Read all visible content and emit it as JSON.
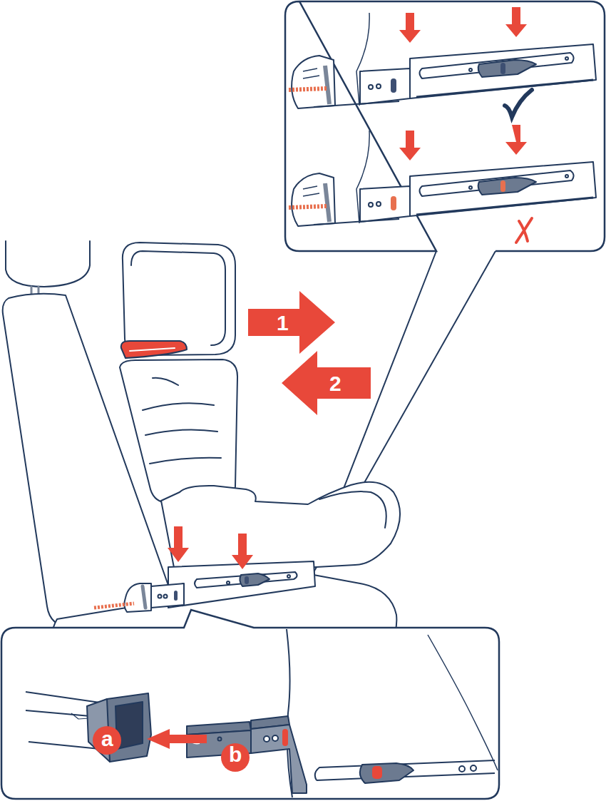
{
  "diagram": {
    "labels": [
      "1",
      "2",
      "a",
      "b"
    ]
  }
}
